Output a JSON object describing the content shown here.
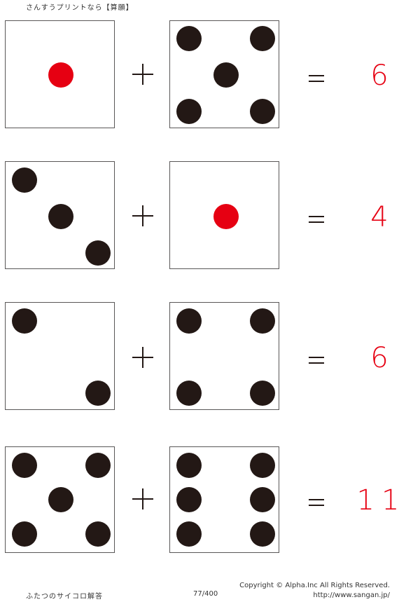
{
  "header": {
    "title": "さんすうプリントなら【算願】"
  },
  "colors": {
    "red": "#e60012",
    "black": "#231815",
    "border": "#595757"
  },
  "problems": [
    {
      "left_die": 1,
      "right_die": 5,
      "operator": "+",
      "equals": "=",
      "answer": "6"
    },
    {
      "left_die": 3,
      "right_die": 1,
      "operator": "+",
      "equals": "=",
      "answer": "4"
    },
    {
      "left_die": 2,
      "right_die": 4,
      "operator": "+",
      "equals": "=",
      "answer": "6"
    },
    {
      "left_die": 5,
      "right_die": 6,
      "operator": "+",
      "equals": "=",
      "answer": "11"
    }
  ],
  "footer": {
    "worksheet_title": "ふたつのサイコロ解答",
    "page_number": "77/400",
    "copyright": "Copyright ©  Alpha.Inc All Rights Reserved.",
    "url": "http://www.sangan.jp/"
  }
}
